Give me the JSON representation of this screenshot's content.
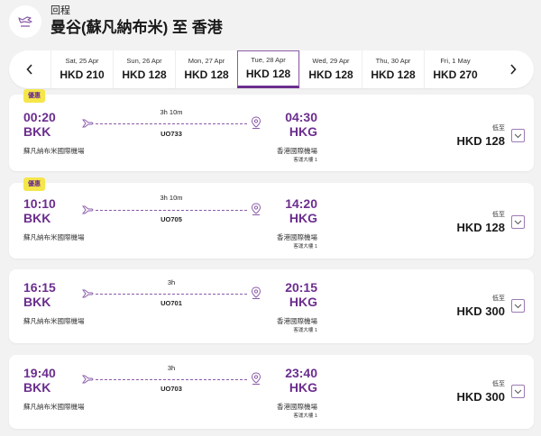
{
  "header": {
    "subtitle": "回程",
    "title": "曼谷(蘇凡納布米) 至 香港",
    "icon": "plane-landing-icon"
  },
  "date_bar": {
    "prev_label": "‹",
    "next_label": "›",
    "dates": [
      {
        "label": "Sat, 25 Apr",
        "price": "HKD 210",
        "selected": false
      },
      {
        "label": "Sun, 26 Apr",
        "price": "HKD 128",
        "selected": false
      },
      {
        "label": "Mon, 27 Apr",
        "price": "HKD 128",
        "selected": false
      },
      {
        "label": "Tue, 28 Apr",
        "price": "HKD 128",
        "selected": true
      },
      {
        "label": "Wed, 29 Apr",
        "price": "HKD 128",
        "selected": false
      },
      {
        "label": "Thu, 30 Apr",
        "price": "HKD 128",
        "selected": false
      },
      {
        "label": "Fri, 1 May",
        "price": "HKD 270",
        "selected": false
      }
    ]
  },
  "flights": [
    {
      "badge": "優惠",
      "dep_time": "00:20",
      "dep_code": "BKK",
      "dep_airport": "蘇凡納布米國際機場",
      "arr_time": "04:30",
      "arr_code": "HKG",
      "arr_airport": "香港國際機場",
      "arr_terminal": "客運大樓 1",
      "duration": "3h 10m",
      "flight_no": "UO733",
      "price_label": "低至",
      "price": "HKD 128"
    },
    {
      "badge": "優惠",
      "dep_time": "10:10",
      "dep_code": "BKK",
      "dep_airport": "蘇凡納布米國際機場",
      "arr_time": "14:20",
      "arr_code": "HKG",
      "arr_airport": "香港國際機場",
      "arr_terminal": "客運大樓 1",
      "duration": "3h 10m",
      "flight_no": "UO705",
      "price_label": "低至",
      "price": "HKD 128"
    },
    {
      "badge": null,
      "dep_time": "16:15",
      "dep_code": "BKK",
      "dep_airport": "蘇凡納布米國際機場",
      "arr_time": "20:15",
      "arr_code": "HKG",
      "arr_airport": "香港國際機場",
      "arr_terminal": "客運大樓 1",
      "duration": "3h",
      "flight_no": "UO701",
      "price_label": "低至",
      "price": "HKD 300"
    },
    {
      "badge": null,
      "dep_time": "19:40",
      "dep_code": "BKK",
      "dep_airport": "蘇凡納布米國際機場",
      "arr_time": "23:40",
      "arr_code": "HKG",
      "arr_airport": "香港國際機場",
      "arr_terminal": "客運大樓 1",
      "duration": "3h",
      "flight_no": "UO703",
      "price_label": "低至",
      "price": "HKD 300"
    }
  ],
  "colors": {
    "accent": "#6b2d8e",
    "badge_bg": "#f5e64a",
    "background": "#f2f2f2"
  }
}
